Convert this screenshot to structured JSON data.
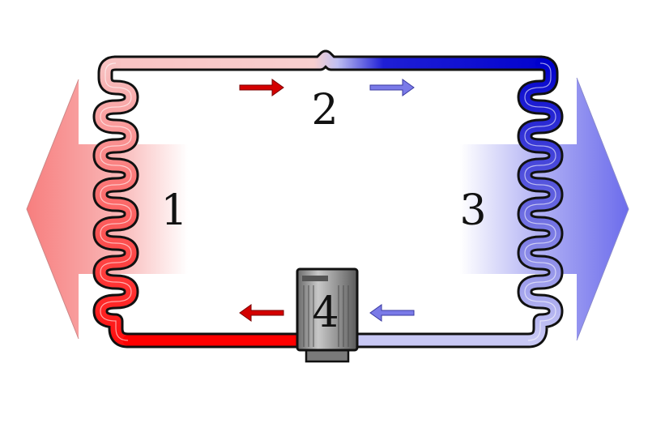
{
  "labels": {
    "condenser": "1",
    "expansion_valve": "2",
    "evaporator": "3",
    "compressor": "4"
  },
  "colors": {
    "hot_dark": "#ff0000",
    "hot_light": "#f8c0c0",
    "cold_dark": "#0000cc",
    "cold_light": "#c8c8f4",
    "arrow_hot": "#d40000",
    "arrow_cold": "#7a7ae8",
    "outline": "#111111",
    "compressor_body": "#8a8a8a"
  },
  "icons": {
    "heat_out": "left-arrow-icon",
    "heat_in": "right-arrow-icon"
  }
}
